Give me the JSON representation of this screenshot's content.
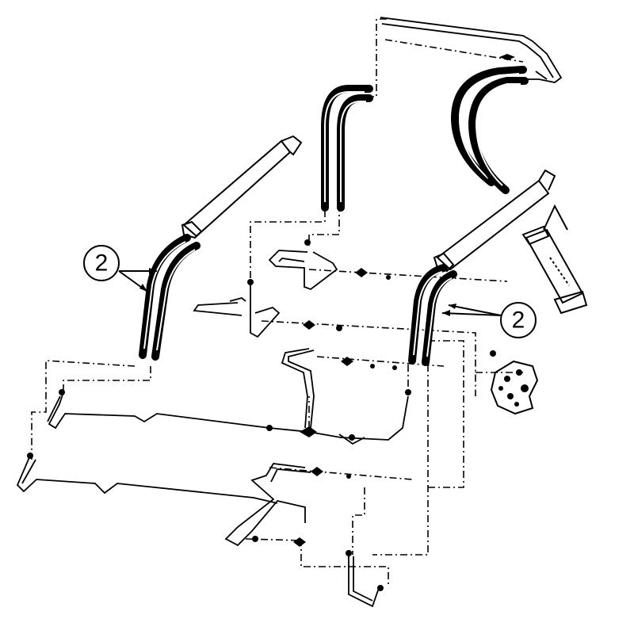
{
  "callouts": [
    {
      "id": "left",
      "label": "2"
    },
    {
      "id": "right",
      "label": "2"
    }
  ]
}
